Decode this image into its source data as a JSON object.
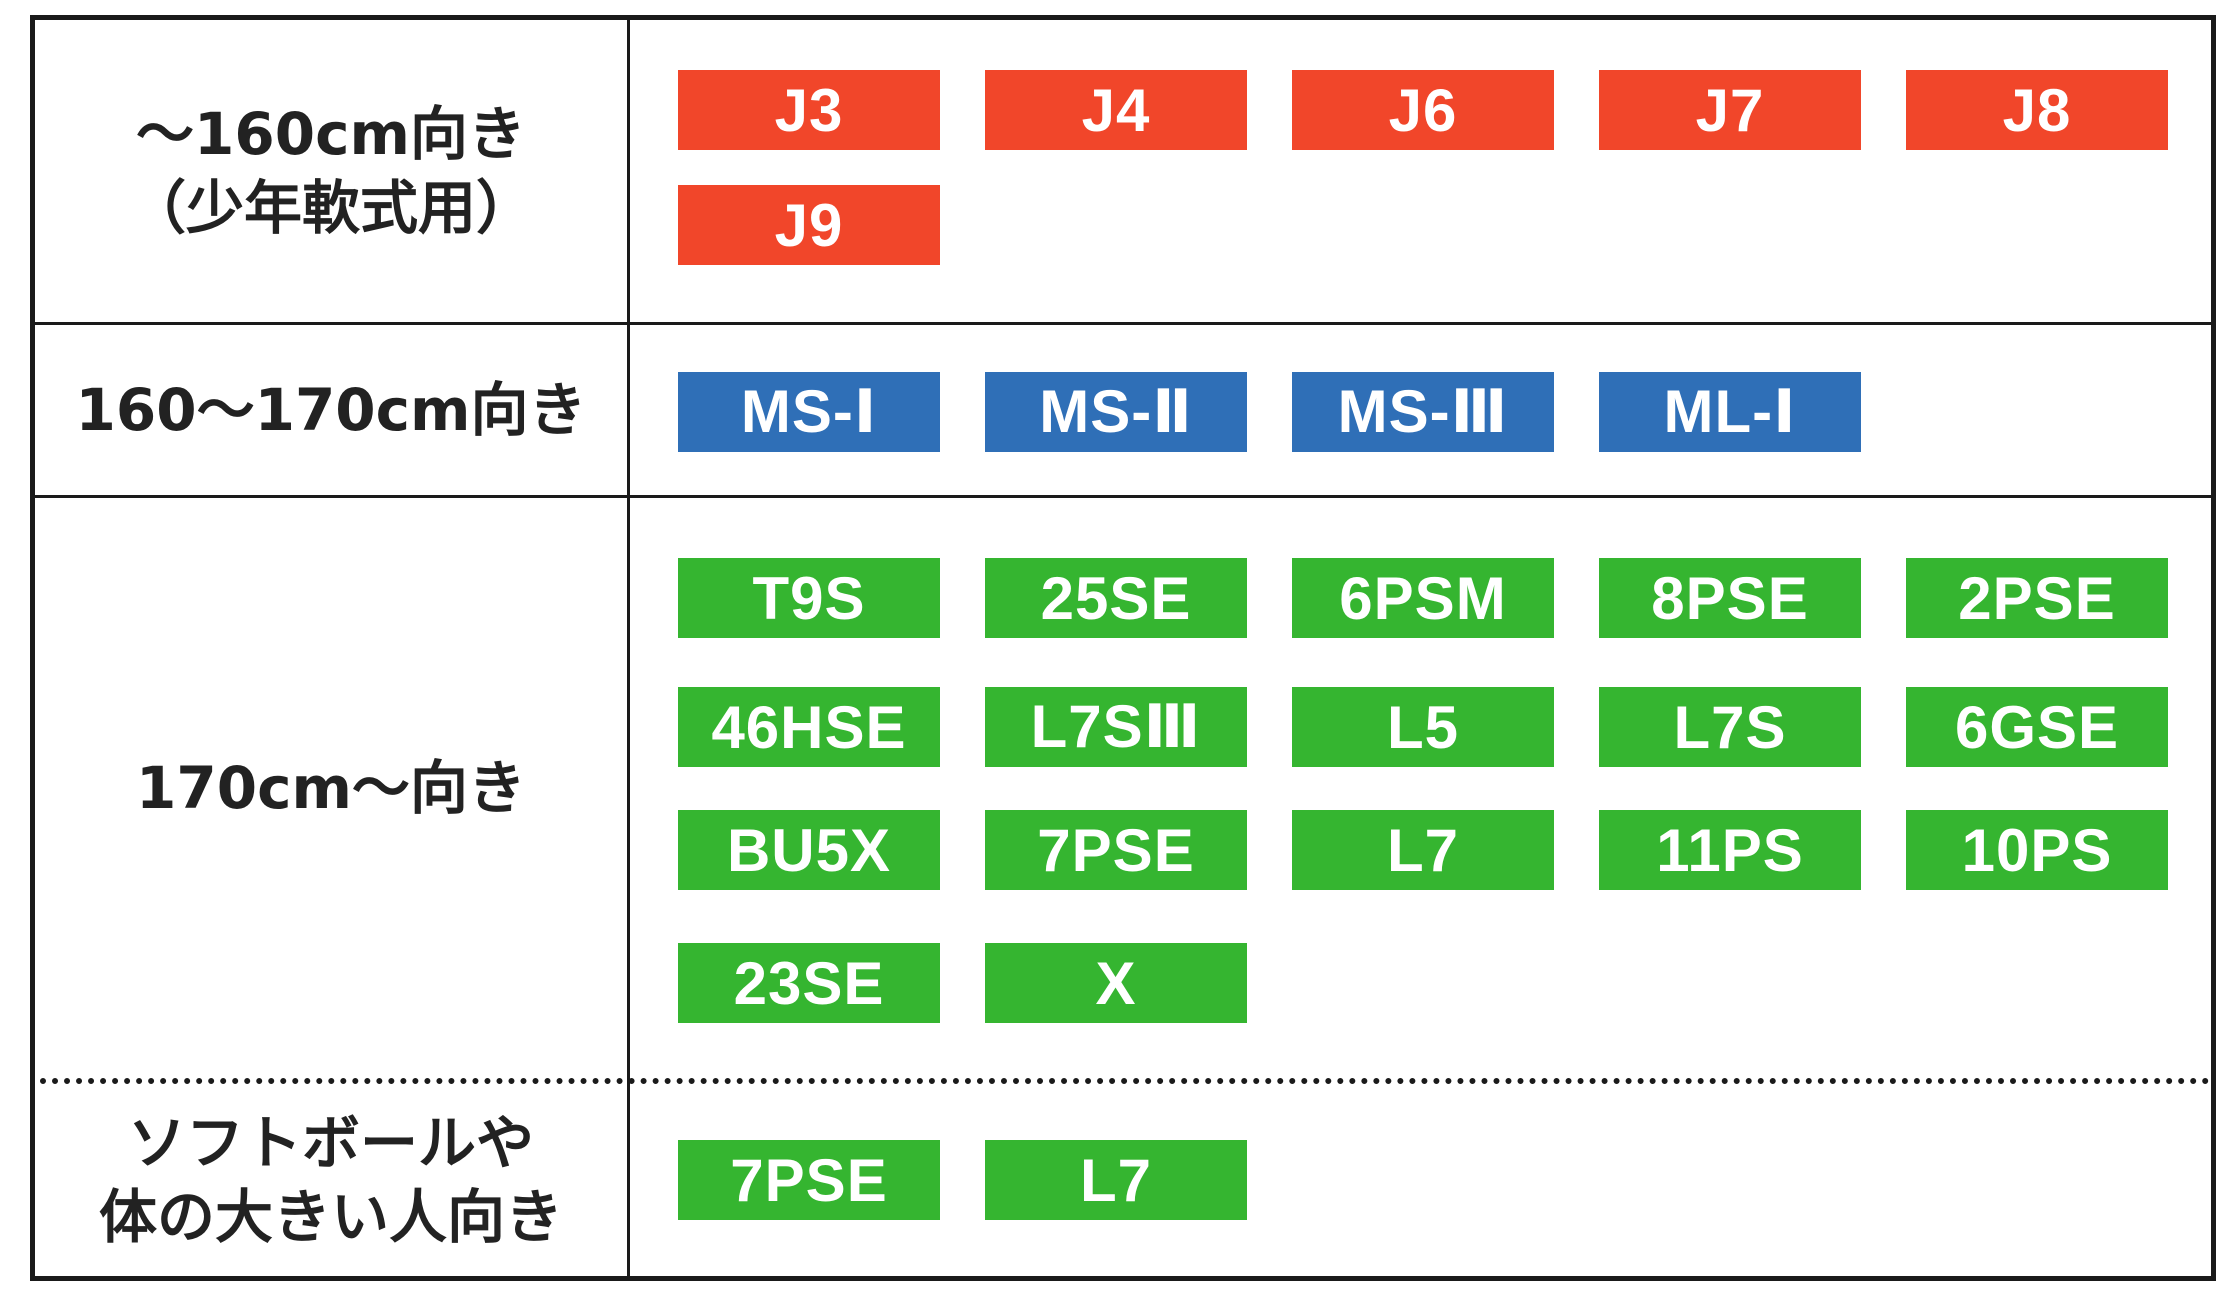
{
  "colors": {
    "red": "#f1462a",
    "blue": "#2f6fb7",
    "green": "#35b530",
    "border": "#1a1a1a"
  },
  "rows": [
    {
      "label_lines": [
        "～160cm向き",
        "（少年軟式用）"
      ],
      "color": "red",
      "items": [
        "J3",
        "J4",
        "J6",
        "J7",
        "J8",
        "J9"
      ]
    },
    {
      "label_lines": [
        "160～170cm向き"
      ],
      "color": "blue",
      "items": [
        "MS-Ⅰ",
        "MS-Ⅱ",
        "MS-Ⅲ",
        "ML-Ⅰ"
      ]
    },
    {
      "label_lines": [
        "170cm～向き"
      ],
      "color": "green",
      "items": [
        "T9S",
        "25SE",
        "6PSM",
        "8PSE",
        "2PSE",
        "46HSE",
        "L7SⅢ",
        "L5",
        "L7S",
        "6GSE",
        "BU5X",
        "7PSE",
        "L7",
        "11PS",
        "10PS",
        "23SE",
        "X"
      ]
    },
    {
      "label_lines": [
        "ソフトボールや",
        "体の大きい人向き"
      ],
      "color": "green",
      "items": [
        "7PSE",
        "L7"
      ]
    }
  ]
}
